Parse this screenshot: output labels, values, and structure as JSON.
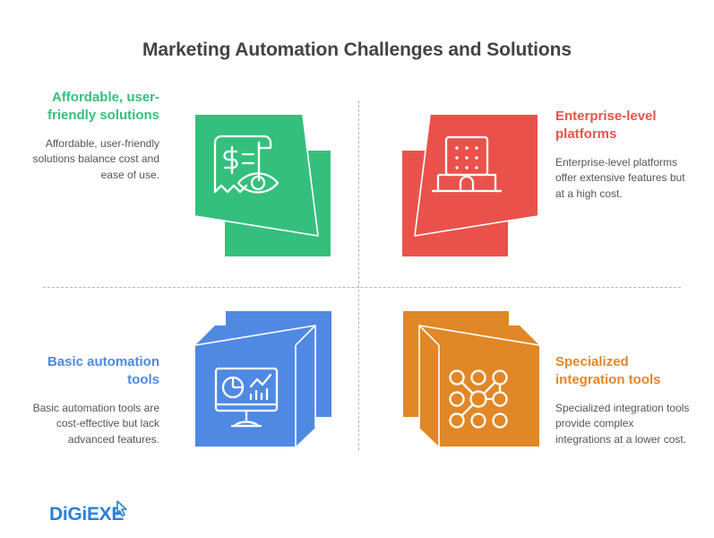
{
  "page": {
    "title": "Marketing Automation Challenges and Solutions",
    "background_color": "#ffffff",
    "title_color": "#434343",
    "divider_color": "#b7b7b7"
  },
  "logo": {
    "text": "DiGiEXE",
    "color": "#2a80d8",
    "cursor_icon": "cursor-arrow-icon"
  },
  "quadrants": [
    {
      "id": "affordable-user-friendly-solutions",
      "position": "top-left",
      "heading": "Affordable, user-friendly solutions",
      "body": "Affordable, user-friendly solutions balance cost and ease of use.",
      "color": "#35bf7d",
      "icon": "receipt-dollar-eye-icon",
      "icon_label": "Receipt with dollar sign and eye"
    },
    {
      "id": "enterprise-level-platforms",
      "position": "top-right",
      "heading": "Enterprise-level platforms",
      "body": "Enterprise-level platforms offer extensive features but at a high cost.",
      "color": "#e9524b",
      "icon": "office-building-icon",
      "icon_label": "Office building"
    },
    {
      "id": "basic-automation-tools",
      "position": "bottom-left",
      "heading": "Basic automation tools",
      "body": "Basic automation tools are cost-effective but lack advanced features.",
      "color": "#5089e2",
      "icon": "monitor-analytics-icon",
      "icon_label": "Monitor with pie chart and line graph"
    },
    {
      "id": "specialized-integration-tools",
      "position": "bottom-right",
      "heading": "Specialized integration tools",
      "body": "Specialized integration tools provide complex integrations at a lower cost.",
      "color": "#e08828",
      "icon": "network-nodes-icon",
      "icon_label": "Connected network nodes"
    }
  ]
}
